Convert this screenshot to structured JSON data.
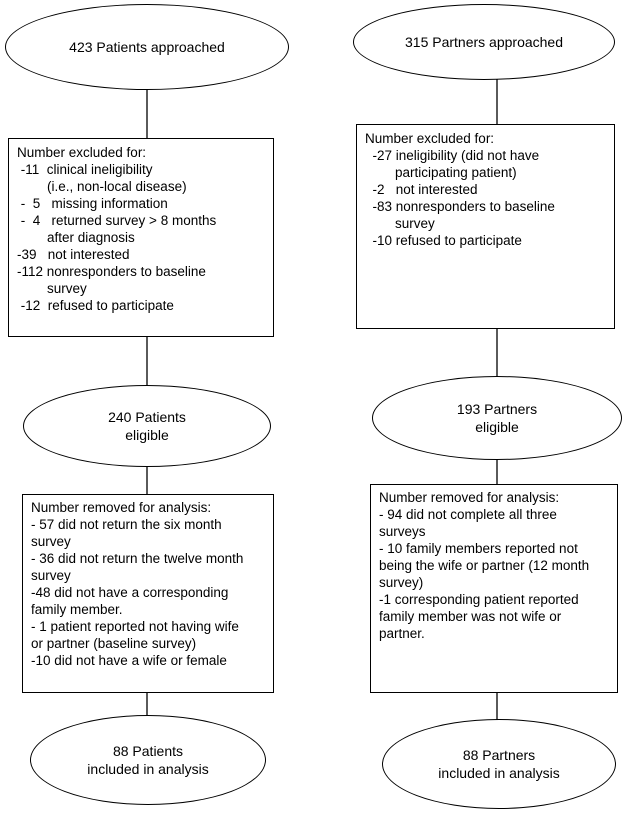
{
  "patients": {
    "approached": "423 Patients approached",
    "excluded": {
      "heading": "Number excluded for:",
      "lines": [
        " -11  clinical ineligibility",
        "        (i.e., non-local disease)",
        " -  5   missing information",
        " -  4   returned survey > 8 months",
        "        after diagnosis",
        "-39   not interested",
        "-112 nonresponders to baseline",
        "        survey",
        " -12  refused to participate"
      ]
    },
    "eligible": [
      "240 Patients",
      "eligible"
    ],
    "removed": {
      "heading": "Number removed for analysis:",
      "lines": [
        "- 57 did not return the six month",
        "survey",
        "- 36 did not return the twelve month",
        "survey",
        "-48 did not have a corresponding",
        "family member.",
        "- 1 patient reported not having wife",
        "or partner (baseline survey)",
        "-10 did not have a wife or female"
      ]
    },
    "included": [
      "88 Patients",
      "included in analysis"
    ]
  },
  "partners": {
    "approached": "315 Partners approached",
    "excluded": {
      "heading": "Number excluded for:",
      "lines": [
        "  -27 ineligibility (did not have",
        "        participating patient)",
        "  -2   not interested",
        "  -83 nonresponders to baseline",
        "        survey",
        "  -10 refused to participate"
      ]
    },
    "eligible": [
      "193 Partners",
      "eligible"
    ],
    "removed": {
      "heading": "Number removed for analysis:",
      "lines": [
        "- 94 did not complete all three",
        "surveys",
        "- 10 family members reported not",
        "being the wife or partner (12 month",
        "survey)",
        "-1 corresponding patient reported",
        "family member was not wife or",
        "partner."
      ]
    },
    "included": [
      "88 Partners",
      "included in analysis"
    ]
  }
}
